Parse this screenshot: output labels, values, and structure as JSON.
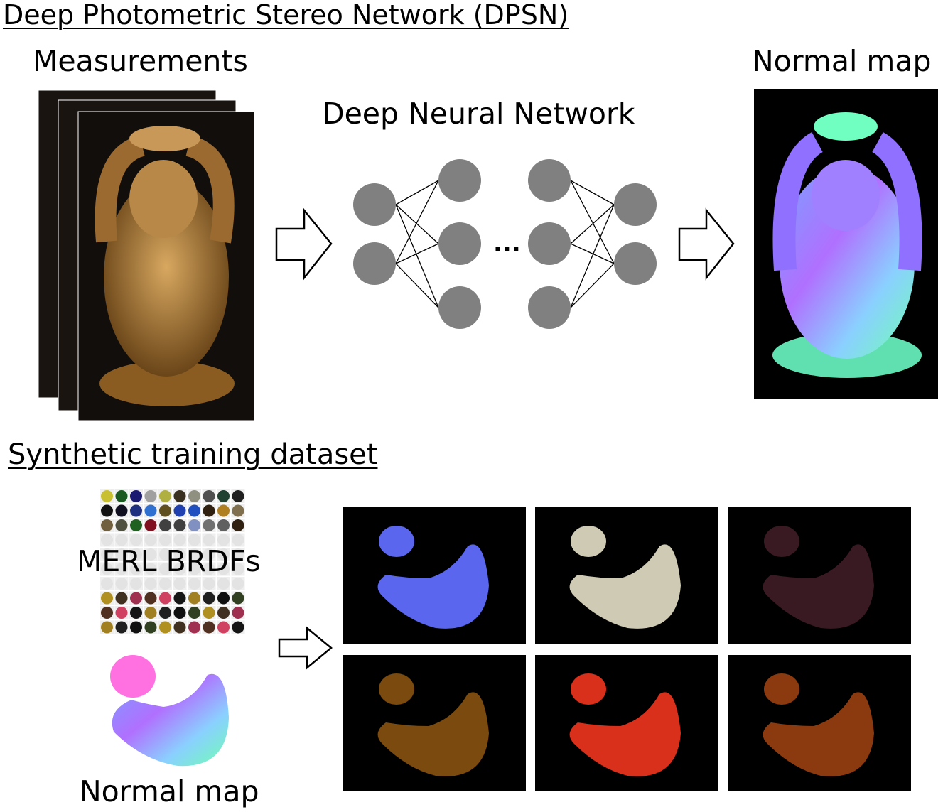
{
  "title": "Deep Photometric Stereo Network (DPSN)",
  "measurements_label": "Measurements",
  "network_label": "Deep Neural Network",
  "network_ellipsis": "...",
  "normal_map_label": "Normal map",
  "dataset_title": "Synthetic training dataset",
  "merl_label": "MERL BRDFs",
  "dataset_normal_map_label": "Normal map",
  "colors": {
    "statue": "#a77a3c",
    "renders": [
      "#5a66ee",
      "#cfcab4",
      "#3a1a22",
      "#7a4a0e",
      "#d8301a",
      "#8a3a0e"
    ]
  }
}
